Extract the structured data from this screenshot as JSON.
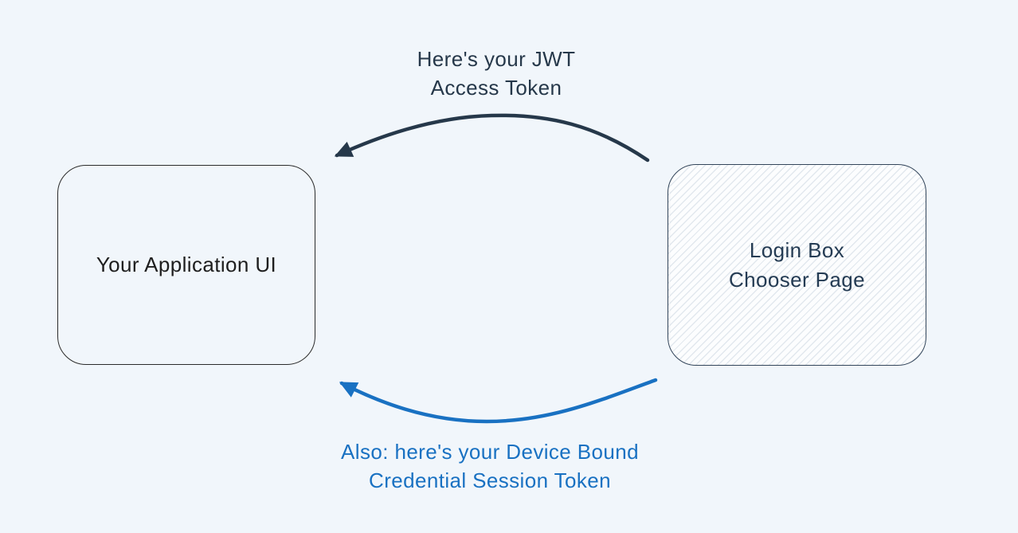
{
  "colors": {
    "background": "#f1f6fb",
    "dark_stroke": "#26384a",
    "blue_stroke": "#1971c2",
    "left_box_text": "#1e1e1e",
    "left_box_border": "#2b2b2b",
    "right_box_text": "#243b53",
    "right_box_border": "#33455a",
    "hatch_bg": "#fcfdfe",
    "hatch_line": "#e2e8ee"
  },
  "nodes": {
    "app_ui": {
      "label": "Your Application UI"
    },
    "login_chooser": {
      "label_line1": "Login Box",
      "label_line2": "Chooser Page"
    }
  },
  "edges": {
    "jwt": {
      "label_line1": "Here's your JWT",
      "label_line2": "Access Token"
    },
    "device_bound": {
      "label_line1": "Also: here's your Device Bound",
      "label_line2": "Credential Session Token"
    }
  }
}
